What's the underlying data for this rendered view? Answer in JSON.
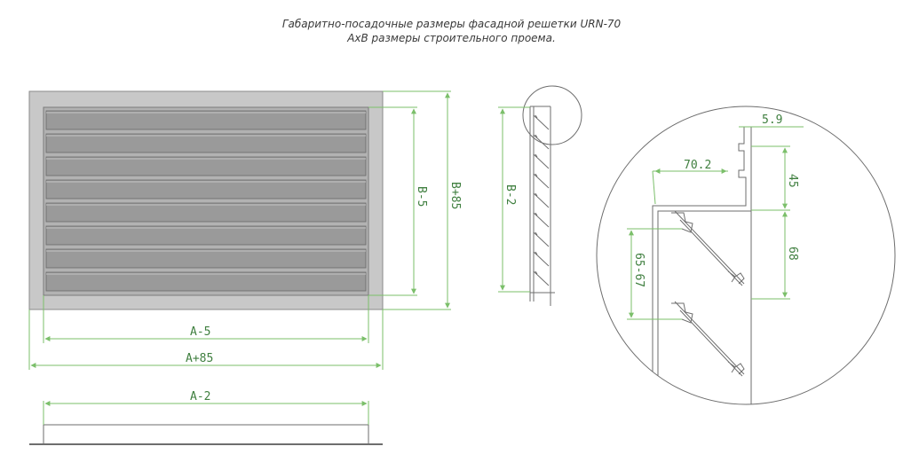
{
  "title": {
    "line1": "Габаритно-посадочные размеры фасадной решетки URN-70",
    "line2": "АхВ размеры строительного проема."
  },
  "dimensions": {
    "a_minus_5": "A-5",
    "a_plus_85": "A+85",
    "a_minus_2": "A-2",
    "b_minus_5": "B-5",
    "b_plus_85": "B+85",
    "b_minus_2": "B-2",
    "d_5_9": "5.9",
    "d_70_2": "70.2",
    "d_45": "45",
    "d_68": "68",
    "d_65_67": "65-67"
  },
  "colors": {
    "frame_fill": "#c8c8c8",
    "slat_fill": "#9a9a9a",
    "dimension_line": "#7bbf6a",
    "dimension_text": "#3f7f3f",
    "drawing_line": "#6e6e6e"
  }
}
